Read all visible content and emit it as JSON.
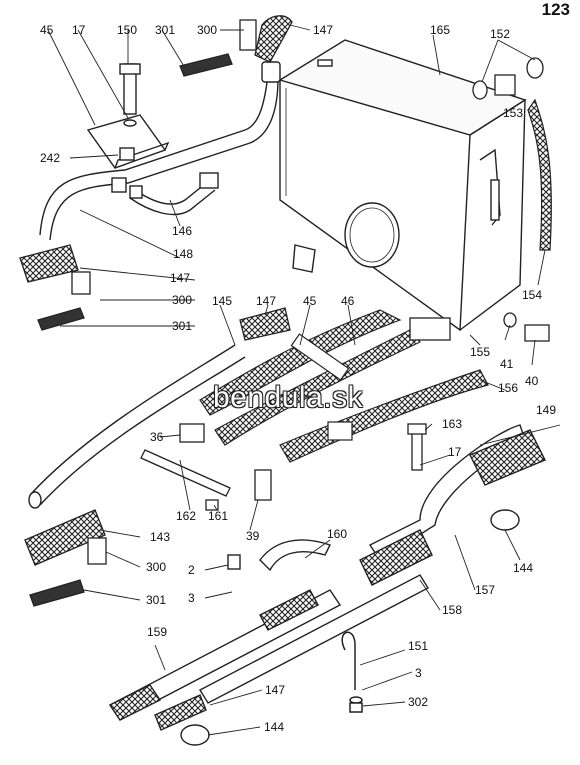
{
  "page_number": "123",
  "watermark": "bendula.sk",
  "callouts": [
    "45",
    "17",
    "150",
    "301",
    "300",
    "147",
    "165",
    "152",
    "153",
    "242",
    "146",
    "148",
    "147",
    "300",
    "301",
    "145",
    "147",
    "45",
    "46",
    "154",
    "155",
    "41",
    "40",
    "36",
    "156",
    "163",
    "17",
    "149",
    "162",
    "161",
    "39",
    "143",
    "300",
    "301",
    "160",
    "2",
    "3",
    "144",
    "157",
    "158",
    "159",
    "151",
    "3",
    "302",
    "147",
    "144"
  ]
}
